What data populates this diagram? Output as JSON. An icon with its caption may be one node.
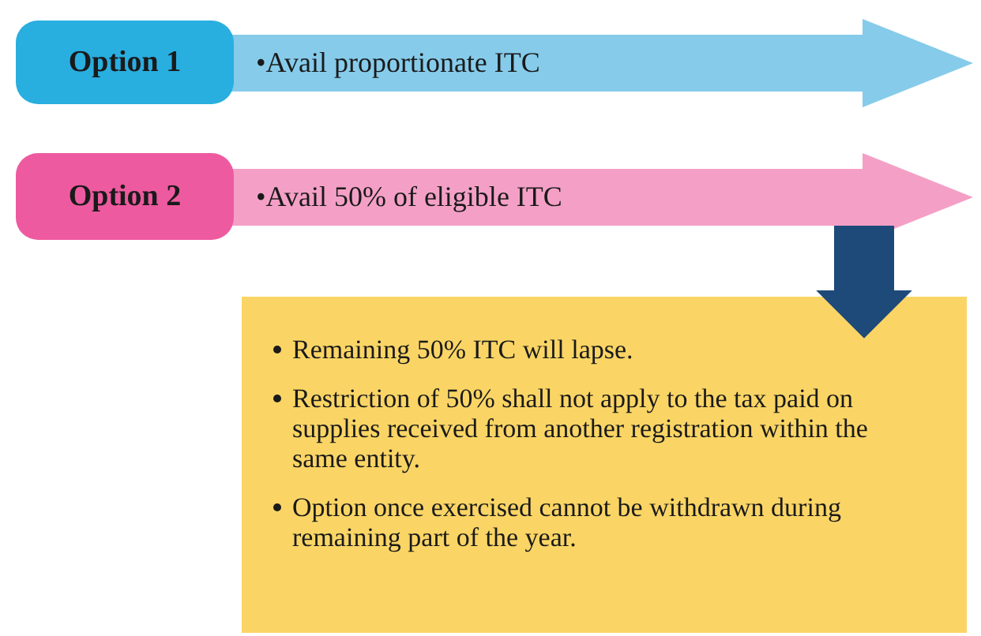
{
  "diagram": {
    "nodes": [
      {
        "text": [
          "Option 1"
        ]
      },
      {
        "text": [
          "•Avail proportionate ITC"
        ]
      },
      {
        "text": [
          "Option 2"
        ]
      },
      {
        "text": [
          "•Avail 50% of eligible ITC"
        ]
      },
      {
        "text": [
          "Remaining 50% ITC will lapse.",
          "Restriction of 50% shall not apply to the tax paid on supplies received from another registration within the same entity.",
          "Option once exercised cannot be withdrawn during remaining part of the year."
        ]
      }
    ],
    "edges": [
      {
        "from": 3,
        "to": 4,
        "arrow": "to"
      }
    ]
  }
}
